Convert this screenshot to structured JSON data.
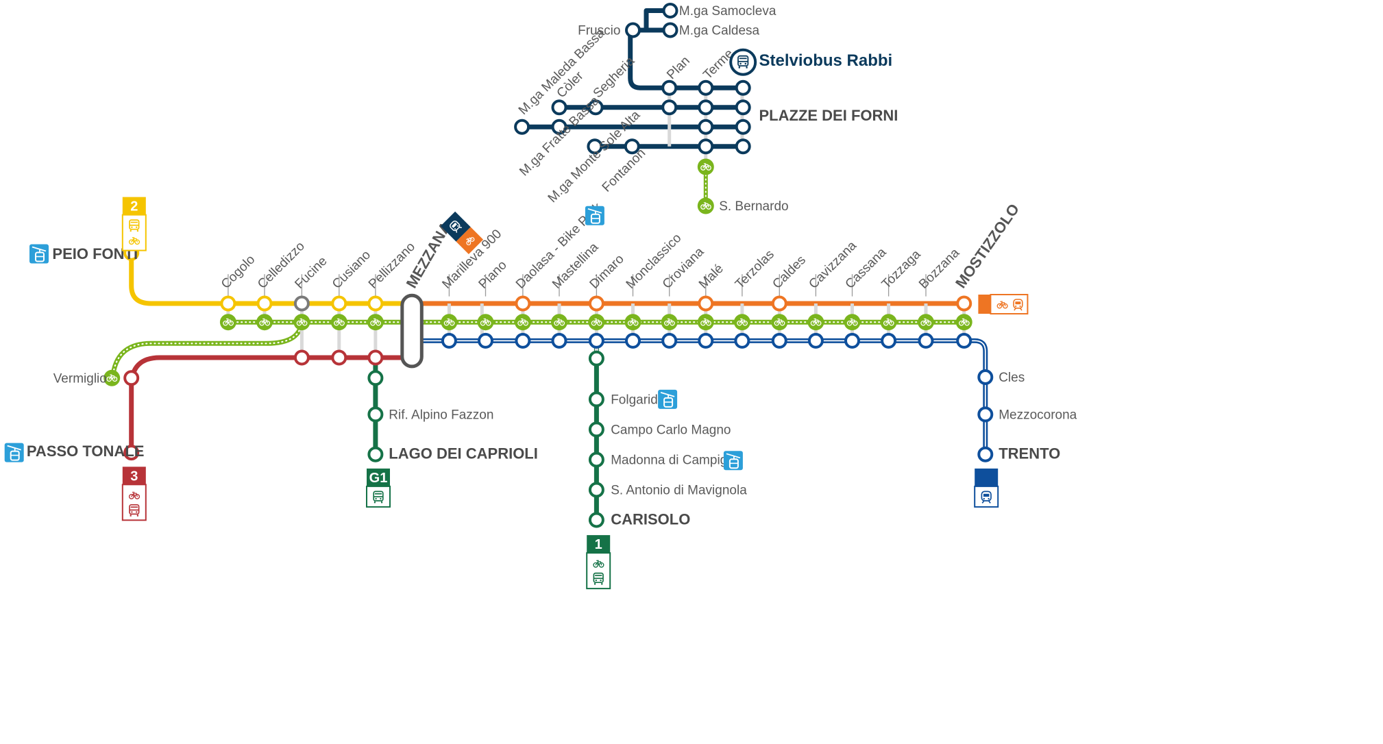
{
  "colors": {
    "yellow": "#f5c400",
    "green_bike": "#7ab51d",
    "red": "#b73338",
    "orange": "#ee7523",
    "blue": "#0e4f9c",
    "dark_green": "#157247",
    "navy": "#0b3a5c",
    "hub_gray": "#555555",
    "cable_blue": "#2c9fd9"
  },
  "icons": {
    "bike": "bike-icon",
    "bus": "bus-icon",
    "train": "train-icon",
    "cable_car": "cable-car-icon"
  },
  "lines": {
    "yellow": {
      "badge": "2",
      "terminal": "PEIO FONTI",
      "stations": [
        "Cogolo",
        "Celledizzo",
        "Fucine",
        "Cusiano",
        "Pellizzano"
      ]
    },
    "red": {
      "badge": "3",
      "terminal": "PASSO TONALE"
    },
    "bike": {
      "terminal": "Vermiglio"
    },
    "hub": "MEZZANA",
    "orange": {
      "stations": [
        "Marilleva 900",
        "Piano",
        "Daolasa - Bike Park",
        "Mastellina",
        "Dimaro",
        "Monclassico",
        "Croviana",
        "Malé",
        "Terzolas",
        "Caldes",
        "Cavizzana",
        "Cassana",
        "Tozzaga",
        "Bozzana"
      ],
      "terminal": "MOSTIZZOLO"
    },
    "g1": {
      "badge": "G1",
      "stations": [
        "Rif. Alpino Fazzon"
      ],
      "terminal": "LAGO DEI CAPRIOLI"
    },
    "line1": {
      "badge": "1",
      "stations": [
        "Folgarida",
        "Campo Carlo Magno",
        "Madonna di Campiglio",
        "S. Antonio di Mavignola"
      ],
      "terminal": "CARISOLO"
    },
    "blue": {
      "stations": [
        "Cles",
        "Mezzocorona"
      ],
      "terminal": "TRENTO"
    },
    "rabbi": {
      "title": "Stelviobus Rabbi",
      "hub": "PLAZZE DEI FORNI",
      "stations": {
        "samocleva": "M.ga Samocleva",
        "caldesa": "M.ga Caldesa",
        "fruscio": "Fruscio",
        "maleda": "M.ga Maleda Bassa",
        "coler": "Còler",
        "segheria": "Segheria",
        "plan": "Plan",
        "terme": "Terme",
        "fratte": "M.ga Fratte Bassa",
        "monte_sole": "M.ga Monte Sole Alta",
        "fontanon": "Fontanon",
        "bernardo": "S. Bernardo"
      }
    }
  }
}
